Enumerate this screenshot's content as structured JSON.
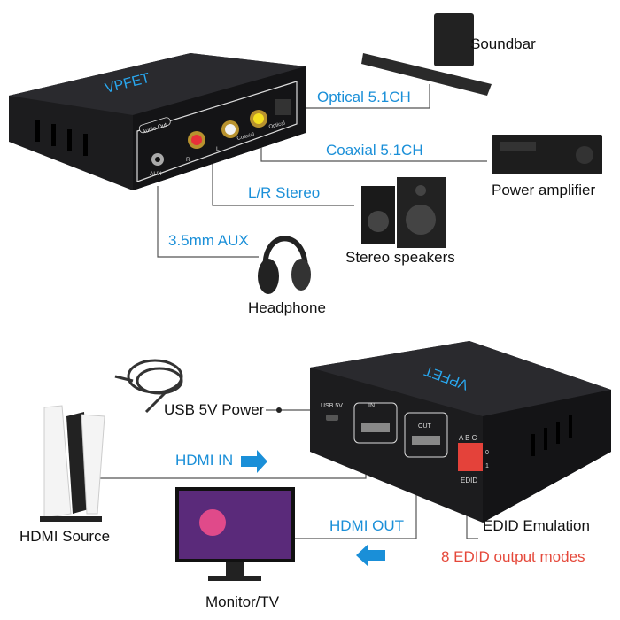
{
  "audio_device": {
    "brand": "VPFET",
    "panel_label": "Audio Out",
    "ports": [
      "AUX",
      "R",
      "L",
      "Coaxial",
      "Optical"
    ]
  },
  "hdmi_device": {
    "brand": "VPFET",
    "ports": [
      "USB 5V",
      "IN",
      "OUT"
    ],
    "dip_letters": "A B C",
    "dip_states": [
      "0",
      "1"
    ],
    "dip_label": "EDID"
  },
  "top_labels": {
    "soundbar": "Soundbar",
    "optical": "Optical 5.1CH",
    "coaxial": "Coaxial 5.1CH",
    "amplifier": "Power amplifier",
    "stereo": "L/R Stereo",
    "speakers": "Stereo speakers",
    "aux": "3.5mm AUX",
    "headphone": "Headphone"
  },
  "bottom_labels": {
    "usb": "USB 5V Power",
    "hdmi_in": "HDMI IN",
    "source": "HDMI Source",
    "hdmi_out": "HDMI OUT",
    "monitor": "Monitor/TV",
    "edid": "EDID Emulation",
    "edid_modes": "8 EDID output modes"
  },
  "colors": {
    "accent": "#1a8fd8",
    "highlight": "#e5483a",
    "device": "#1c1c1e"
  }
}
